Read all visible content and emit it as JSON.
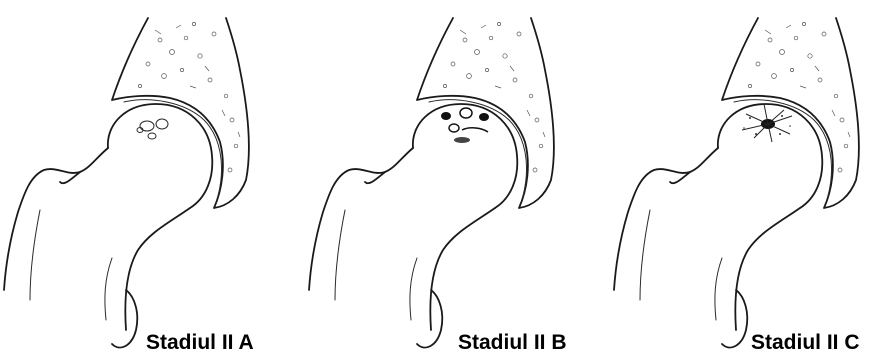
{
  "stages": [
    {
      "label": "Stadiul II A",
      "lesion": "cysts"
    },
    {
      "label": "Stadiul II B",
      "lesion": "dark-cysts"
    },
    {
      "label": "Stadiul II C",
      "lesion": "sclerosis"
    }
  ]
}
